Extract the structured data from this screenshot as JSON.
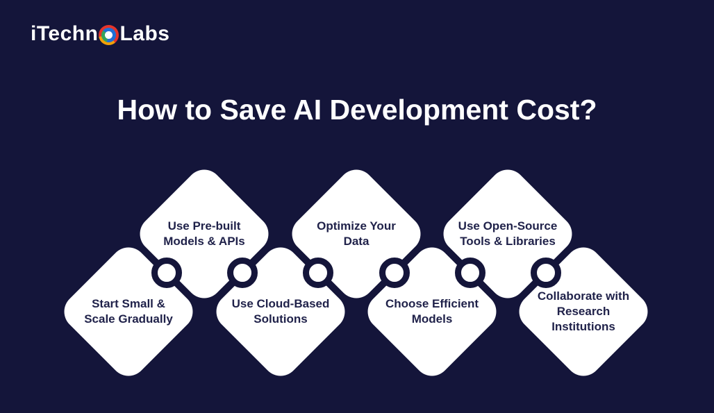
{
  "logo": {
    "text_prefix": "iTechn",
    "text_suffix": "Labs",
    "o_icon": "multicolor-ring-icon",
    "o_colors": {
      "red": "#e5332a",
      "yellow": "#f2a007",
      "blue": "#1f6fd6",
      "green": "#35a35c"
    }
  },
  "title": "How to Save AI Development Cost?",
  "colors": {
    "background": "#14153a",
    "node_fill": "#ffffff",
    "node_text": "#20224a",
    "title_text": "#ffffff",
    "connector_ring": "#14153a",
    "connector_fill": "#ffffff"
  },
  "diagram": {
    "nodes": [
      {
        "label": "Start Small & Scale Gradually",
        "row": "bottom"
      },
      {
        "label": "Use Pre-built Models & APIs",
        "row": "top"
      },
      {
        "label": "Use Cloud-Based Solutions",
        "row": "bottom"
      },
      {
        "label": "Optimize Your Data",
        "row": "top"
      },
      {
        "label": "Choose Efficient Models",
        "row": "bottom"
      },
      {
        "label": "Use Open-Source Tools & Libraries",
        "row": "top"
      },
      {
        "label": "Collaborate with Research Institutions",
        "row": "bottom"
      }
    ],
    "connector_count": 6
  }
}
